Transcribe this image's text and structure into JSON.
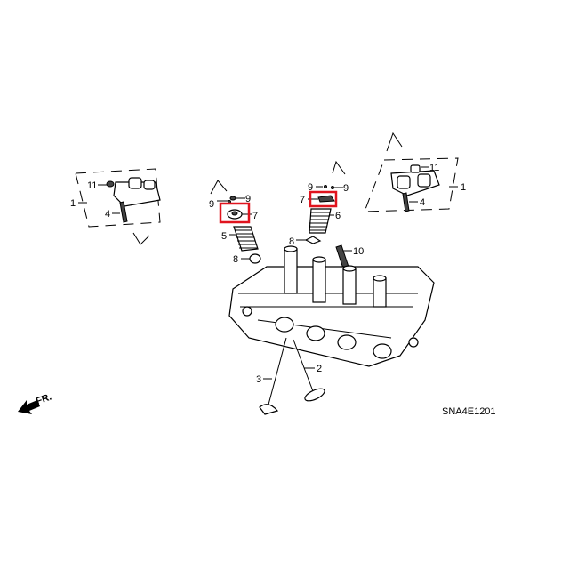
{
  "diagram": {
    "code": "SNA4E1201",
    "direction_label": "FR.",
    "highlight_color": "#e0141e",
    "callouts": {
      "left_rocker_1": "1",
      "left_rocker_11": "11",
      "left_rocker_4": "4",
      "in_retainer_9a": "9",
      "in_retainer_9b": "9",
      "in_retainer_7": "7",
      "in_spring_5": "5",
      "in_seal_8": "8",
      "ex_retainer_9a": "9",
      "ex_retainer_9b": "9",
      "ex_retainer_7": "7",
      "ex_spring_6": "6",
      "ex_seal_8": "8",
      "stud_10": "10",
      "right_rocker_11": "11",
      "right_rocker_1": "1",
      "right_rocker_4": "4",
      "valve_3": "3",
      "valve_2": "2"
    }
  }
}
